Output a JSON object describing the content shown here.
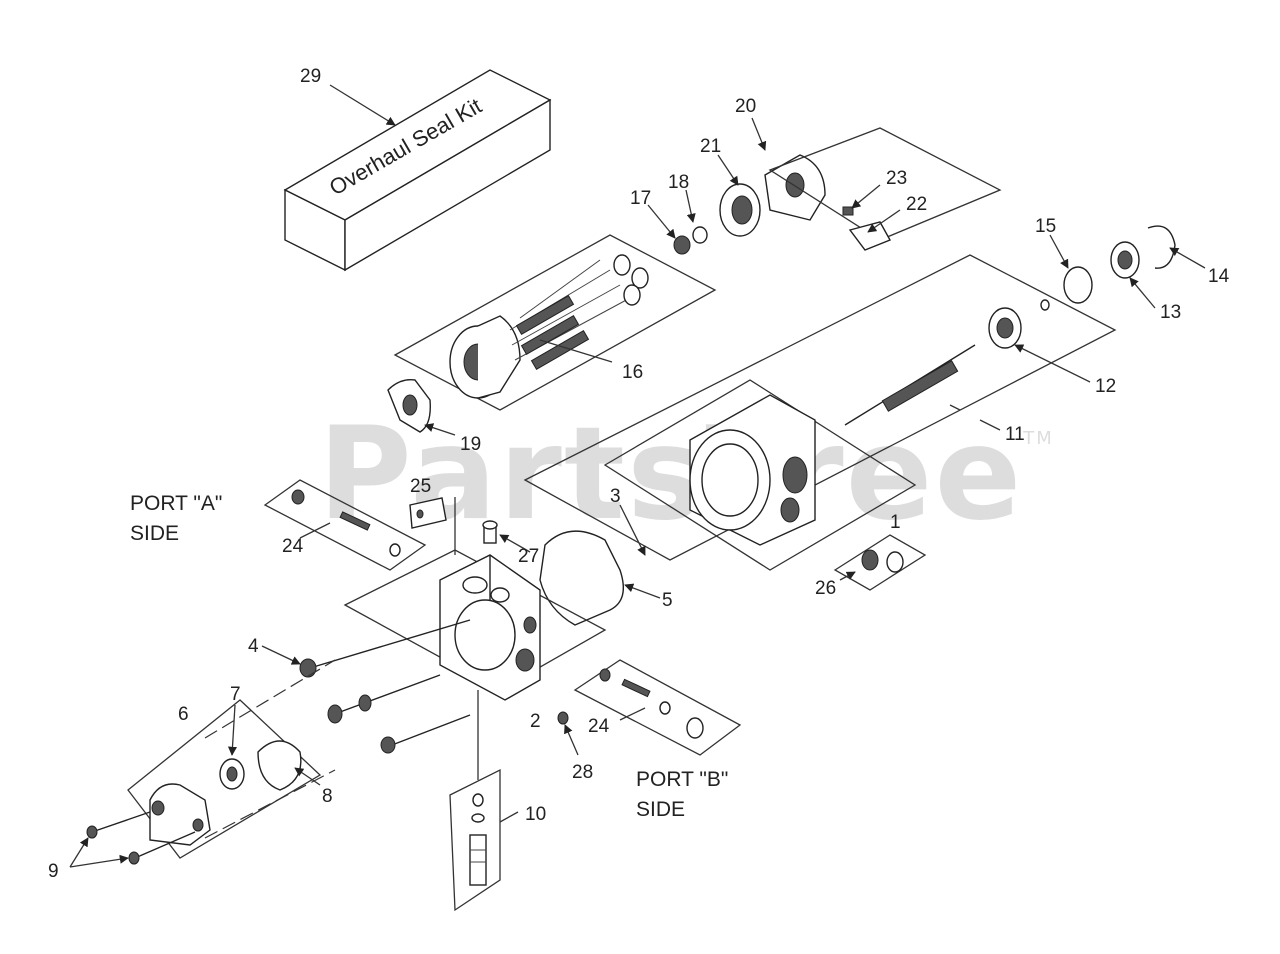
{
  "watermark": {
    "text": "PartsTree",
    "mark": "TM"
  },
  "kit_label": "Overhaul Seal Kit",
  "side_labels": {
    "port_a": [
      "PORT \"A\"",
      "SIDE"
    ],
    "port_b": [
      "PORT \"B\"",
      "SIDE"
    ]
  },
  "callouts": {
    "c1": "1",
    "c2": "2",
    "c3": "3",
    "c4": "4",
    "c5": "5",
    "c6": "6",
    "c7": "7",
    "c8": "8",
    "c9": "9",
    "c10": "10",
    "c11": "11",
    "c12": "12",
    "c13": "13",
    "c14": "14",
    "c15": "15",
    "c16": "16",
    "c17": "17",
    "c18": "18",
    "c19": "19",
    "c20": "20",
    "c21": "21",
    "c22": "22",
    "c23": "23",
    "c24a": "24",
    "c24b": "24",
    "c25": "25",
    "c26": "26",
    "c27": "27",
    "c28": "28",
    "c29": "29"
  },
  "colors": {
    "line": "#333333",
    "background": "#ffffff",
    "watermark": "#000000"
  }
}
